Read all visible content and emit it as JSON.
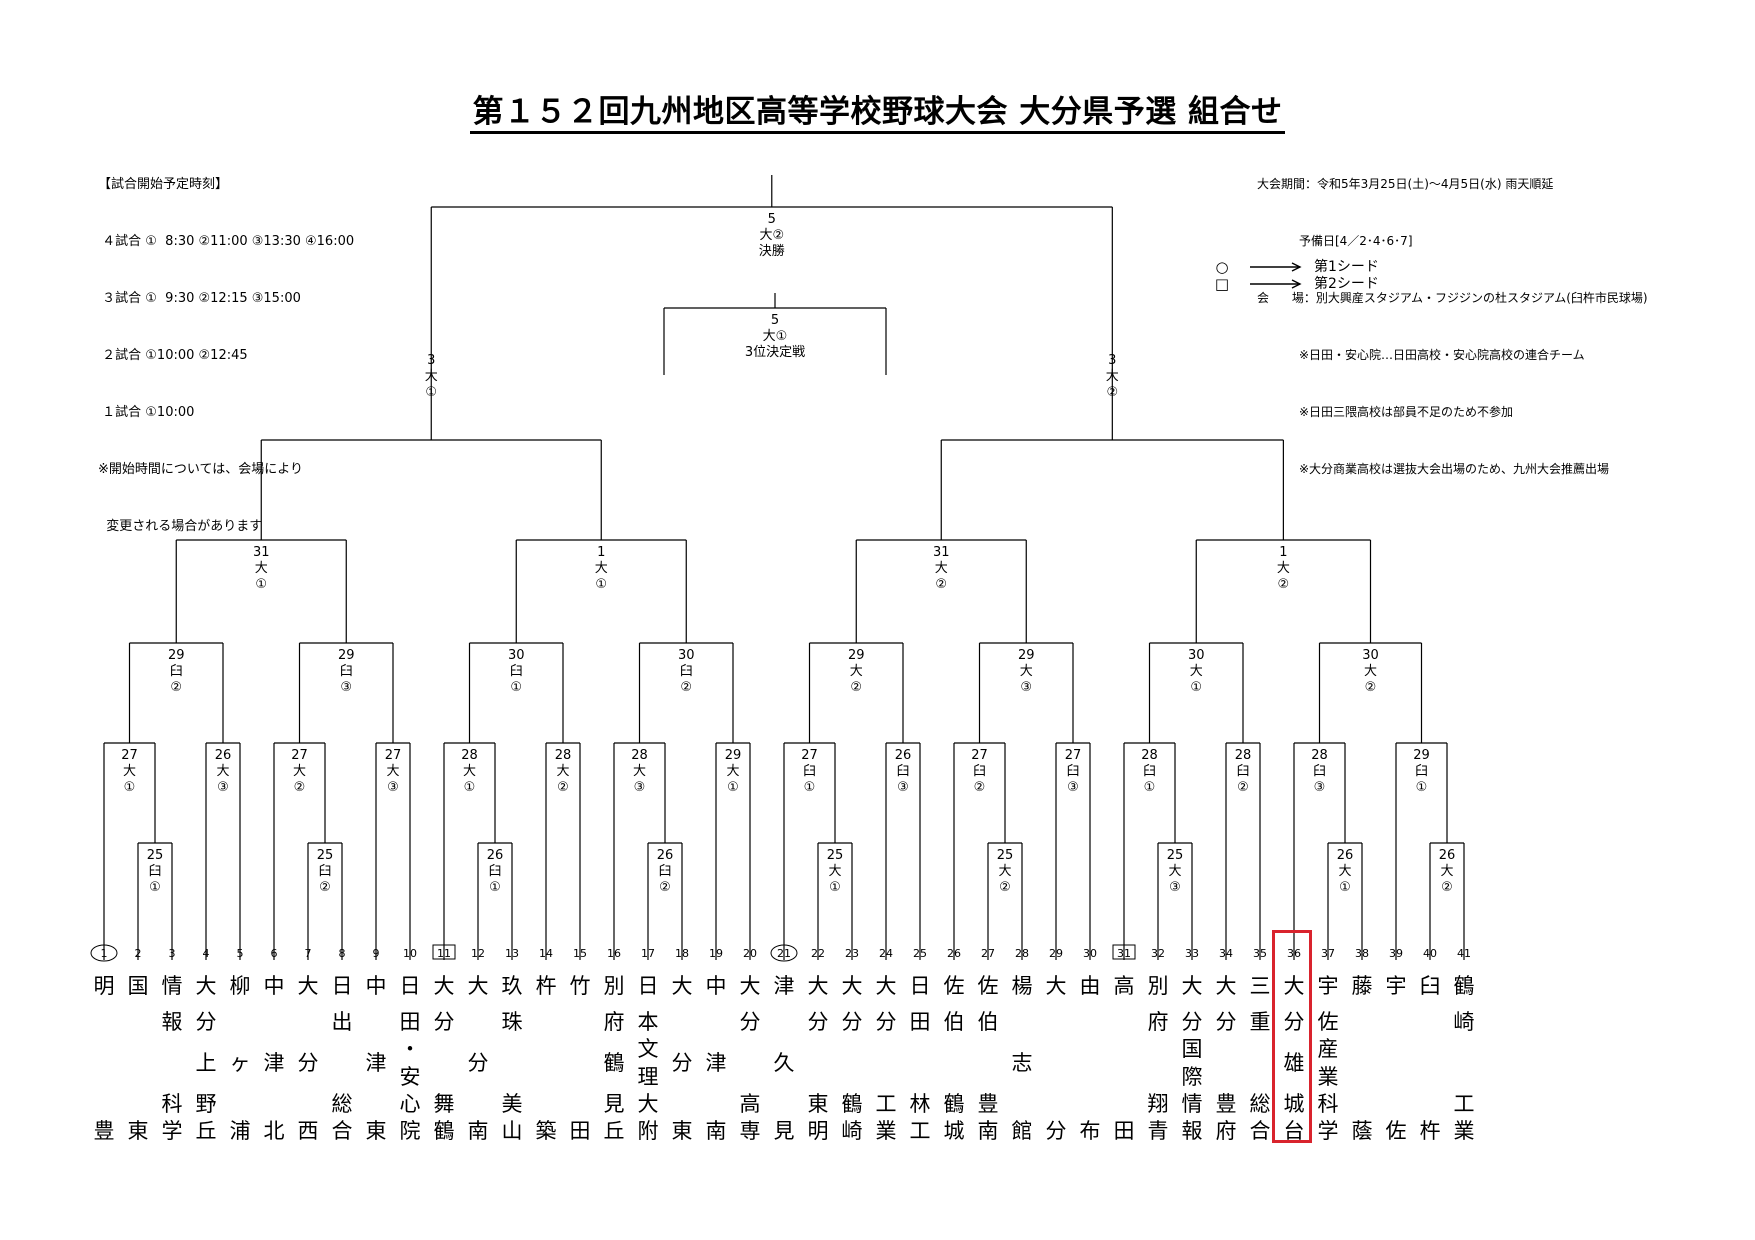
{
  "header": {
    "title": "第１５２回九州地区高等学校野球大会 大分県予選 組合せ"
  },
  "schedule": {
    "heading": "【試合開始予定時刻】",
    "lines": [
      " ４試合 ①  8:30 ②11:00 ③13:30 ④16:00",
      " ３試合 ①  9:30 ②12:15 ③15:00",
      " ２試合 ①10:00 ②12:45",
      " １試合 ①10:00",
      "※開始時間については、会場により",
      "  変更される場合があります"
    ]
  },
  "meta": {
    "lines": [
      "大会期間：令和5年3月25日(土)～4月5日(水) 雨天順延",
      "           予備日[4／2･4･6･7]",
      "会      場：別大興産スタジアム・フジジンの杜スタジアム(臼杵市民球場)",
      "           ※日田・安心院…日田高校・安心院高校の連合チーム",
      "           ※日田三隈高校は部員不足のため不参加",
      "           ※大分商業高校は選抜大会出場のため、九州大会推薦出場"
    ]
  },
  "legend": {
    "seed1": "第1シード",
    "seed2": "第2シード"
  },
  "final": {
    "lines": [
      "5",
      "大②",
      "決勝"
    ]
  },
  "third_place": {
    "lines": [
      "5",
      "大①",
      "3位決定戦"
    ]
  },
  "teams": [
    {
      "num": "1",
      "name": "明豊",
      "seed": "circle"
    },
    {
      "num": "2",
      "name": "国東"
    },
    {
      "num": "3",
      "name": "情報科学"
    },
    {
      "num": "4",
      "name": "大分上野丘"
    },
    {
      "num": "5",
      "name": "柳ヶ浦"
    },
    {
      "num": "6",
      "name": "中津北"
    },
    {
      "num": "7",
      "name": "大分西"
    },
    {
      "num": "8",
      "name": "日出総合"
    },
    {
      "num": "9",
      "name": "中津東"
    },
    {
      "num": "10",
      "name": "日田・安心院"
    },
    {
      "num": "11",
      "name": "大分舞鶴",
      "seed": "square"
    },
    {
      "num": "12",
      "name": "大分南"
    },
    {
      "num": "13",
      "name": "玖珠美山"
    },
    {
      "num": "14",
      "name": "杵築"
    },
    {
      "num": "15",
      "name": "竹田"
    },
    {
      "num": "16",
      "name": "別府鶴見丘"
    },
    {
      "num": "17",
      "name": "日本文理大附"
    },
    {
      "num": "18",
      "name": "大分東"
    },
    {
      "num": "19",
      "name": "中津南"
    },
    {
      "num": "20",
      "name": "大分高専"
    },
    {
      "num": "21",
      "name": "津久見",
      "seed": "circle"
    },
    {
      "num": "22",
      "name": "大分東明"
    },
    {
      "num": "23",
      "name": "大分鶴崎"
    },
    {
      "num": "24",
      "name": "大分工業"
    },
    {
      "num": "25",
      "name": "日田林工"
    },
    {
      "num": "26",
      "name": "佐伯鶴城"
    },
    {
      "num": "27",
      "name": "佐伯豊南"
    },
    {
      "num": "28",
      "name": "楊志館"
    },
    {
      "num": "29",
      "name": "大分"
    },
    {
      "num": "30",
      "name": "由布"
    },
    {
      "num": "31",
      "name": "高田",
      "seed": "square"
    },
    {
      "num": "32",
      "name": "別府翔青"
    },
    {
      "num": "33",
      "name": "大分国際情報"
    },
    {
      "num": "34",
      "name": "大分豊府"
    },
    {
      "num": "35",
      "name": "三重総合"
    },
    {
      "num": "36",
      "name": "大分雄城台",
      "highlight": true
    },
    {
      "num": "37",
      "name": "宇佐産業科学"
    },
    {
      "num": "38",
      "name": "藤蔭"
    },
    {
      "num": "39",
      "name": "宇佐"
    },
    {
      "num": "40",
      "name": "臼杵"
    },
    {
      "num": "41",
      "name": "鶴崎工業"
    }
  ],
  "matches": {
    "prelim": [
      {
        "date": "25",
        "venue": "臼",
        "slot": "①"
      },
      {
        "date": "25",
        "venue": "臼",
        "slot": "②"
      },
      {
        "date": "26",
        "venue": "臼",
        "slot": "①"
      },
      {
        "date": "26",
        "venue": "臼",
        "slot": "②"
      },
      {
        "date": "25",
        "venue": "大",
        "slot": "①"
      },
      {
        "date": "25",
        "venue": "大",
        "slot": "②"
      },
      {
        "date": "25",
        "venue": "大",
        "slot": "③"
      },
      {
        "date": "26",
        "venue": "大",
        "slot": "①"
      },
      {
        "date": "26",
        "venue": "大",
        "slot": "②"
      }
    ],
    "round1": [
      {
        "date": "27",
        "venue": "大",
        "slot": "①"
      },
      {
        "date": "26",
        "venue": "大",
        "slot": "③"
      },
      {
        "date": "27",
        "venue": "大",
        "slot": "②"
      },
      {
        "date": "27",
        "venue": "大",
        "slot": "③"
      },
      {
        "date": "28",
        "venue": "大",
        "slot": "①"
      },
      {
        "date": "28",
        "venue": "大",
        "slot": "②"
      },
      {
        "date": "28",
        "venue": "大",
        "slot": "③"
      },
      {
        "date": "29",
        "venue": "大",
        "slot": "①"
      },
      {
        "date": "27",
        "venue": "臼",
        "slot": "①"
      },
      {
        "date": "26",
        "venue": "臼",
        "slot": "③"
      },
      {
        "date": "27",
        "venue": "臼",
        "slot": "②"
      },
      {
        "date": "27",
        "venue": "臼",
        "slot": "③"
      },
      {
        "date": "28",
        "venue": "臼",
        "slot": "①"
      },
      {
        "date": "28",
        "venue": "臼",
        "slot": "②"
      },
      {
        "date": "28",
        "venue": "臼",
        "slot": "③"
      },
      {
        "date": "29",
        "venue": "臼",
        "slot": "①"
      }
    ],
    "round2": [
      {
        "date": "29",
        "venue": "臼",
        "slot": "②"
      },
      {
        "date": "29",
        "venue": "臼",
        "slot": "③"
      },
      {
        "date": "30",
        "venue": "臼",
        "slot": "①"
      },
      {
        "date": "30",
        "venue": "臼",
        "slot": "②"
      },
      {
        "date": "29",
        "venue": "大",
        "slot": "②"
      },
      {
        "date": "29",
        "venue": "大",
        "slot": "③"
      },
      {
        "date": "30",
        "venue": "大",
        "slot": "①"
      },
      {
        "date": "30",
        "venue": "大",
        "slot": "②"
      }
    ],
    "round3": [
      {
        "date": "31",
        "venue": "大",
        "slot": "①"
      },
      {
        "date": "1",
        "venue": "大",
        "slot": "①"
      },
      {
        "date": "31",
        "venue": "大",
        "slot": "②"
      },
      {
        "date": "1",
        "venue": "大",
        "slot": "②"
      }
    ],
    "semi": [
      {
        "date": "3",
        "venue": "大",
        "slot": "①"
      },
      {
        "date": "3",
        "venue": "大",
        "slot": "②"
      }
    ]
  },
  "colors": {
    "line": "#000000",
    "highlight": "#d9232d"
  }
}
